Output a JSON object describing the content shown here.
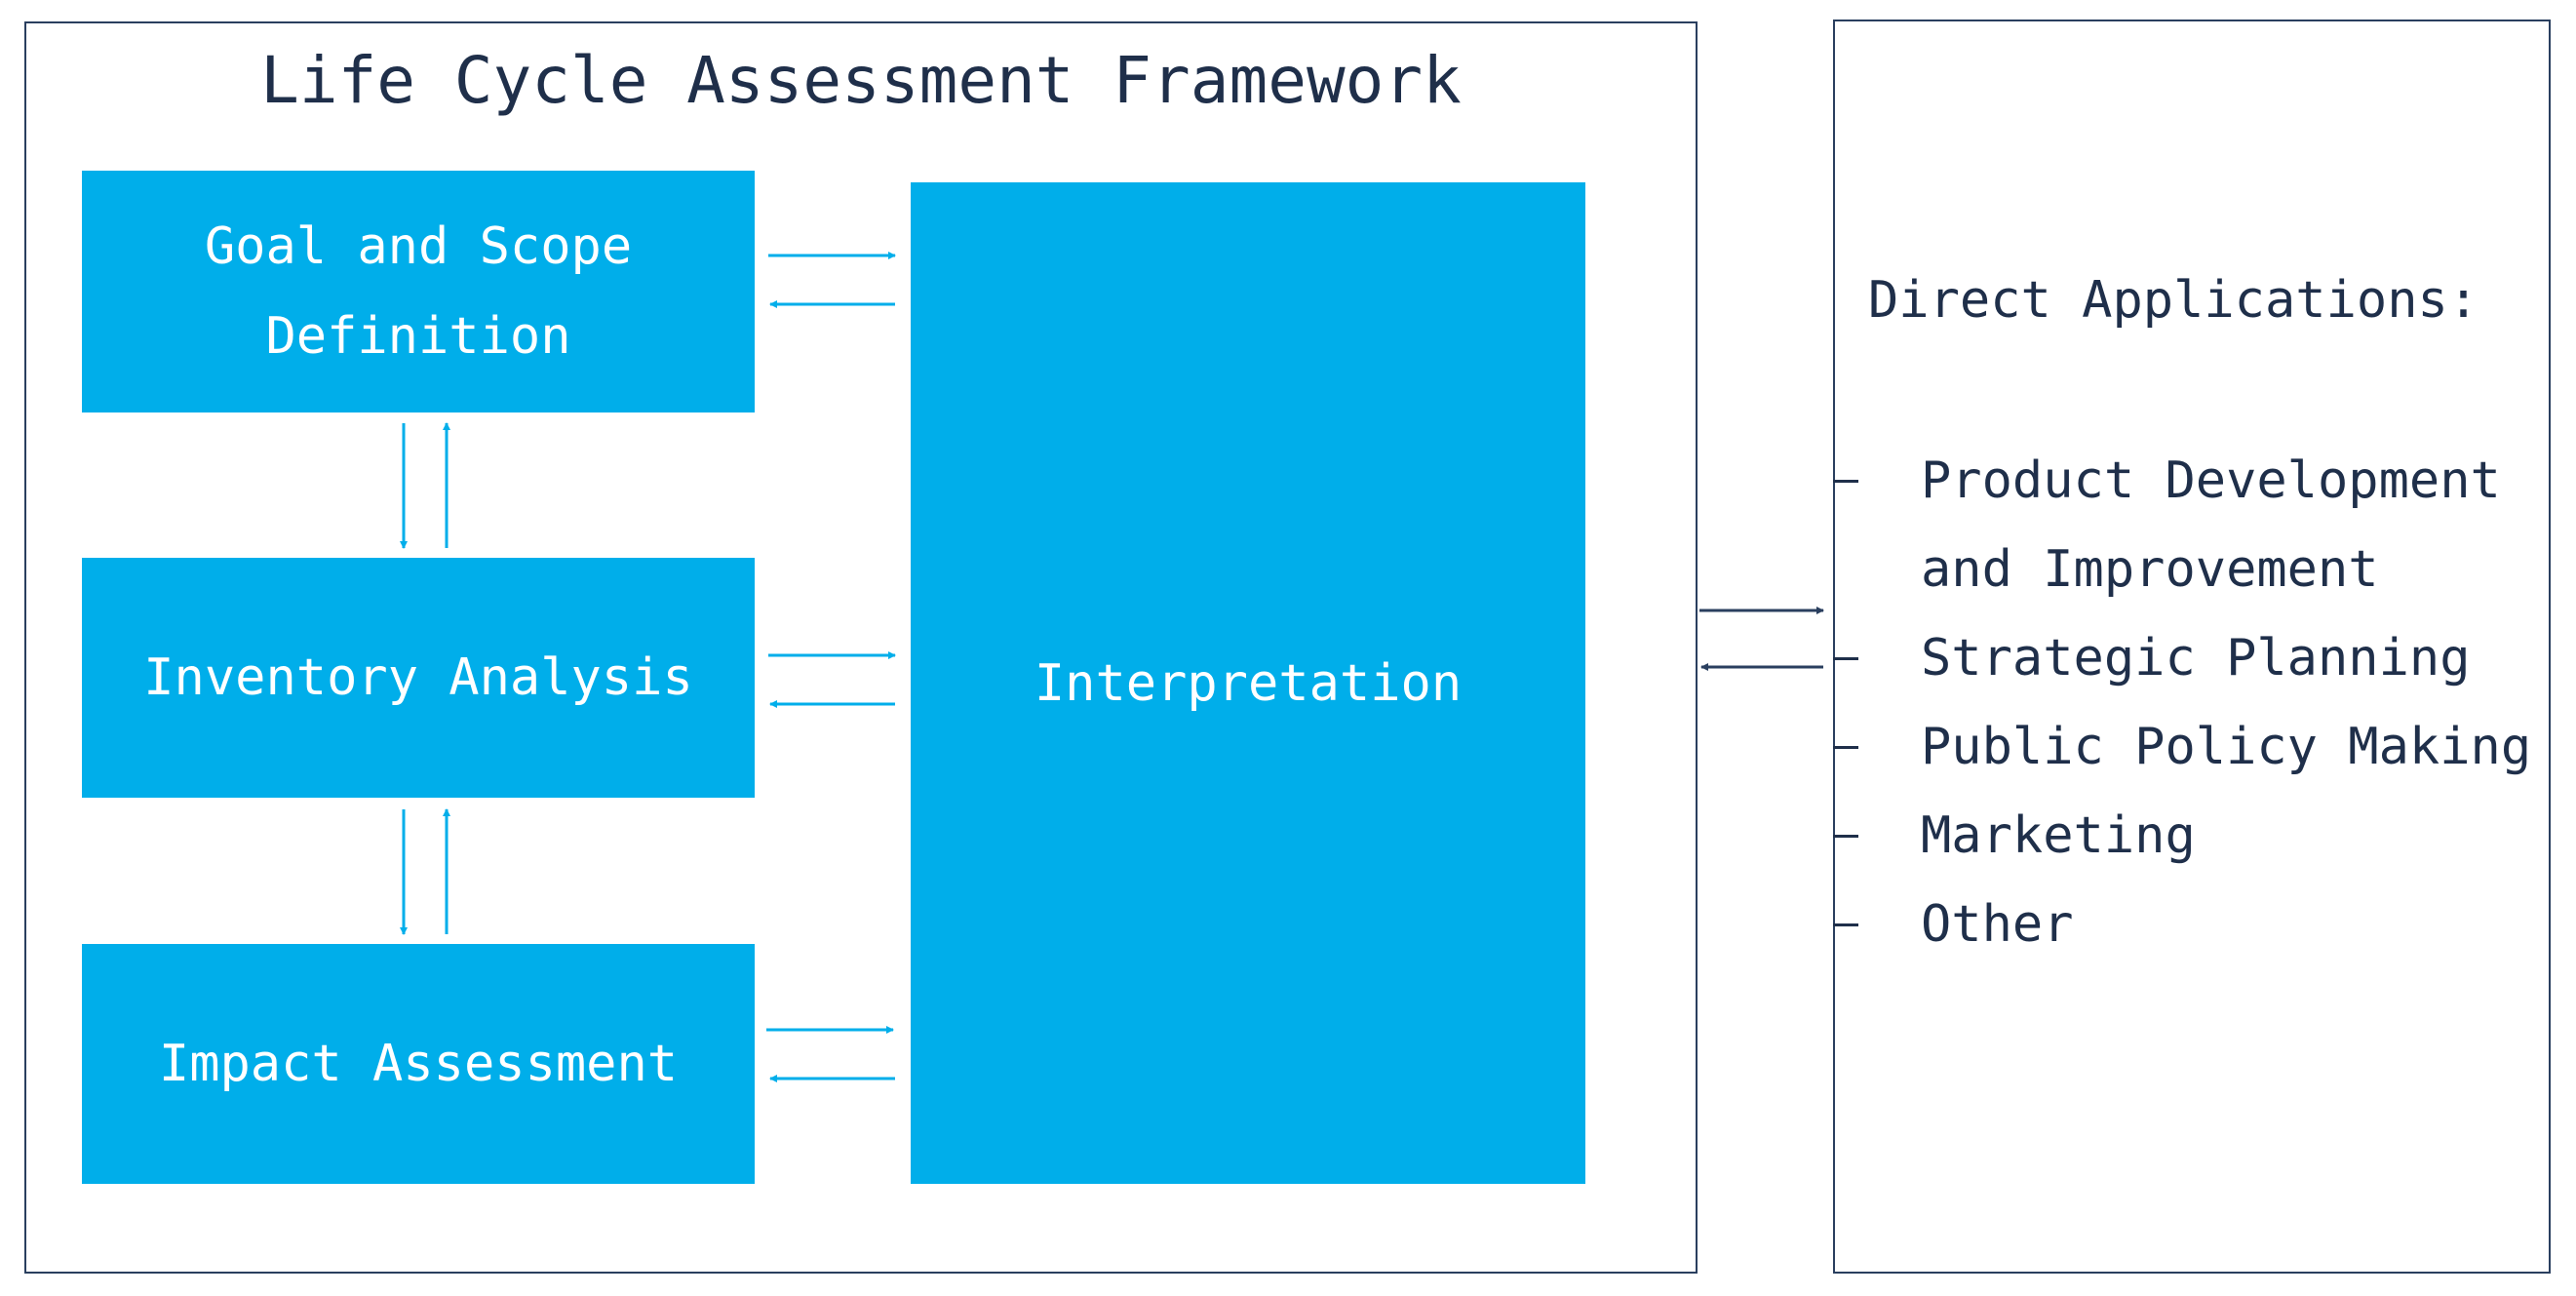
{
  "framework": {
    "title": "Life Cycle Assessment Framework",
    "stages": {
      "goal": "Goal and Scope Definition",
      "inventory": "Inventory Analysis",
      "impact": "Impact Assessment",
      "interpretation": "Interpretation"
    }
  },
  "applications": {
    "title": "Direct Applications:",
    "items": [
      "Product Development and Improvement",
      "Strategic Planning",
      "Public Policy Making",
      "Marketing",
      "Other"
    ]
  },
  "colors": {
    "stage_fill": "#00aeea",
    "arrow_internal": "#00aeea",
    "arrow_external": "#2a3f5f",
    "text_dark": "#1f2f4a"
  }
}
